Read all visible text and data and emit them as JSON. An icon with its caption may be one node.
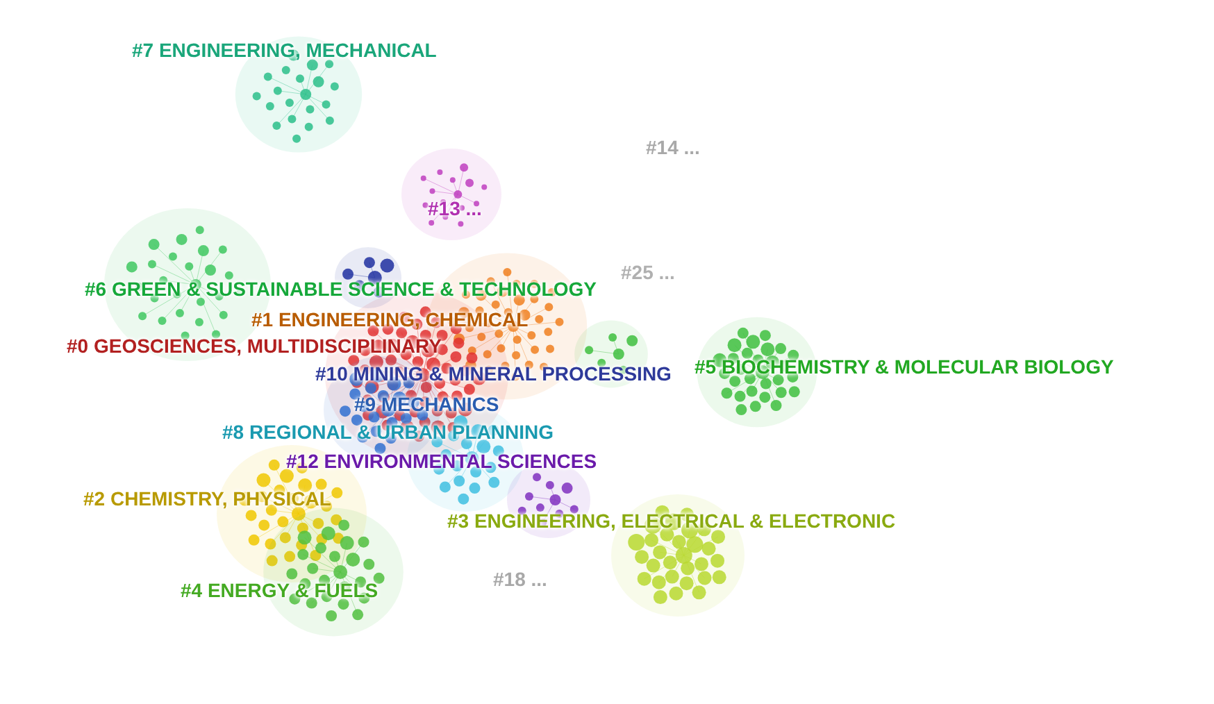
{
  "diagram": {
    "labels": [
      "#7 ENGINEERING, MECHANICAL",
      "#14 ...",
      "#13 ...",
      "#25 ...",
      "#6 GREEN & SUSTAINABLE SCIENCE & TECHNOLOGY",
      "#1 ENGINEERING, CHEMICAL",
      "#0 GEOSCIENCES, MULTIDISCIPLINARY",
      "#5 BIOCHEMISTRY & MOLECULAR BIOLOGY",
      "#10 MINING & MINERAL PROCESSING",
      "#9 MECHANICS",
      "#8 REGIONAL & URBAN PLANNING",
      "#12 ENVIRONMENTAL SCIENCES",
      "#2 CHEMISTRY, PHYSICAL",
      "#3 ENGINEERING, ELECTRICAL & ELECTRONIC",
      "#18 ...",
      "#4 ENERGY & FUELS"
    ]
  }
}
